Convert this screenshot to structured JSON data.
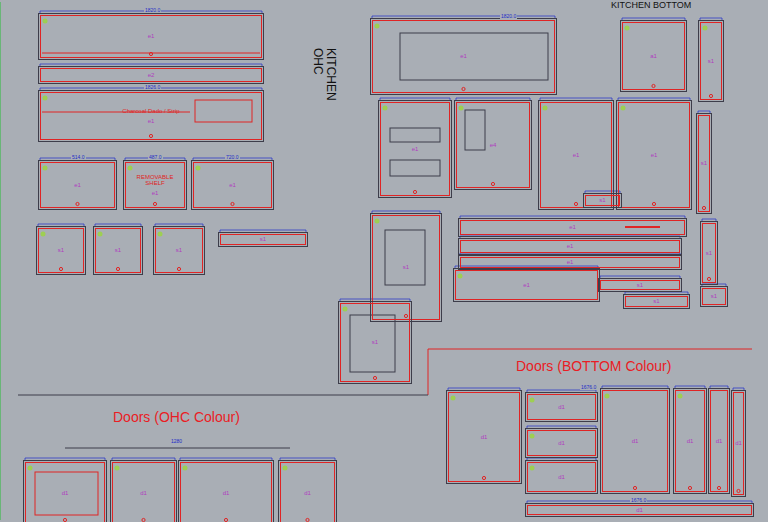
{
  "diagram": {
    "nodes": [
      {
        "text": [
          "e1"
        ]
      },
      {
        "text": [
          "e2"
        ]
      },
      {
        "text": [
          "Charcoal Dado / Strip",
          "e1"
        ]
      },
      {
        "text": [
          "e1"
        ]
      },
      {
        "text": [
          "REMOVABLE SHELF",
          "e1"
        ]
      },
      {
        "text": [
          "e1"
        ]
      },
      {
        "text": [
          "s1"
        ]
      },
      {
        "text": [
          "s1"
        ]
      },
      {
        "text": [
          "s1"
        ]
      },
      {
        "text": [
          "s1"
        ]
      },
      {
        "text": [
          "e1"
        ]
      },
      {
        "text": [
          "a1"
        ]
      },
      {
        "text": [
          "s1"
        ]
      },
      {
        "text": [
          "e1"
        ]
      },
      {
        "text": [
          "e4"
        ]
      },
      {
        "text": [
          "e1"
        ]
      },
      {
        "text": [
          "e1"
        ]
      },
      {
        "text": [
          "s1"
        ]
      },
      {
        "text": [
          "s1"
        ]
      },
      {
        "text": [
          "s1"
        ]
      },
      {
        "text": [
          "e1"
        ]
      },
      {
        "text": [
          "e1"
        ]
      },
      {
        "text": [
          "e1"
        ]
      },
      {
        "text": [
          "e1"
        ]
      },
      {
        "text": [
          "s1"
        ]
      },
      {
        "text": [
          "s1"
        ]
      },
      {
        "text": [
          "s1"
        ]
      },
      {
        "text": [
          "s1"
        ]
      },
      {
        "text": [
          "s1"
        ]
      },
      {
        "text": [
          "d1"
        ]
      },
      {
        "text": [
          "d1"
        ]
      },
      {
        "text": [
          "d1"
        ]
      },
      {
        "text": [
          "d1"
        ]
      },
      {
        "text": [
          "d1"
        ]
      },
      {
        "text": [
          "d1"
        ]
      },
      {
        "text": [
          "d1"
        ]
      },
      {
        "text": [
          "d1"
        ]
      },
      {
        "text": [
          "d1"
        ]
      },
      {
        "text": [
          "d1"
        ]
      },
      {
        "text": [
          "d1"
        ]
      },
      {
        "text": [
          "d1"
        ]
      },
      {
        "text": [
          "d1"
        ]
      }
    ],
    "labels": [
      "KITCHEN BOTTOM",
      "KITCHEN OHC",
      "Doors (BOTTOM Colour)",
      "Doors (OHC Colour)",
      "1820.0",
      "1826.0",
      "514.0",
      "487.0",
      "720.0",
      "1820.0",
      "1676.0",
      "1676.0",
      "1280"
    ]
  }
}
